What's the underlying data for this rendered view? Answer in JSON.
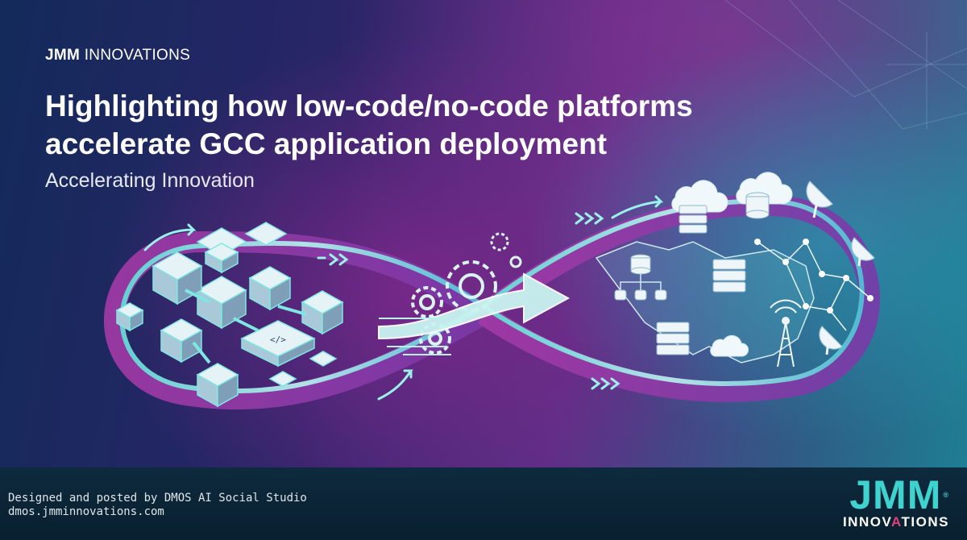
{
  "brand": {
    "bold": "JMM",
    "rest": "INNOVATIONS"
  },
  "headline": {
    "line1": "Highlighting how low-code/no-code platforms",
    "line2": "accelerate GCC application deployment"
  },
  "subtitle": "Accelerating Innovation",
  "footer": {
    "credit_line1": "Designed and posted by DMOS AI Social Studio",
    "credit_line2": "dmos.jmminnovations.com"
  },
  "logo": {
    "main": "JMM",
    "registered": "®",
    "sub_before": "INNOV",
    "sub_accent": "A",
    "sub_after": "TIONS"
  },
  "colors": {
    "accent_teal": "#3fd3cf",
    "accent_pink": "#e0407a",
    "footer_bg": "#0b2236"
  },
  "icons": [
    "building-block-icon",
    "gear-icon",
    "arrow-icon",
    "cloud-icon",
    "server-icon",
    "database-icon",
    "satellite-dish-icon",
    "radio-tower-icon",
    "network-node-icon",
    "code-window-icon"
  ]
}
